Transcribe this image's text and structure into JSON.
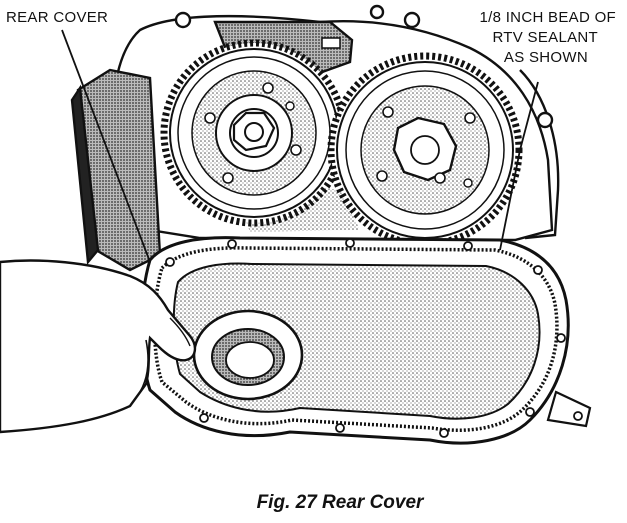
{
  "figure": {
    "caption": "Fig. 27 Rear Cover",
    "labels": {
      "rear_cover": "REAR COVER",
      "sealant_line1": "1/8 INCH BEAD OF",
      "sealant_line2": "RTV SEALANT",
      "sealant_line3": "AS SHOWN"
    }
  }
}
